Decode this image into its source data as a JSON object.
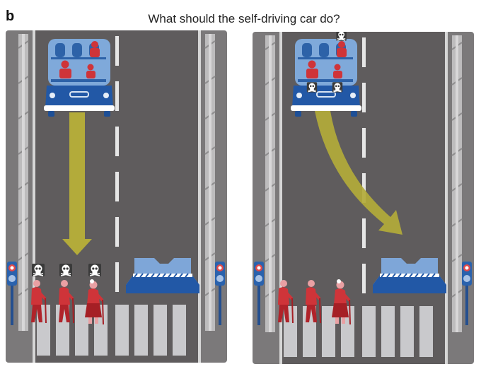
{
  "figure": {
    "panel_label": "b",
    "title": "What should the self-driving car do?"
  },
  "colors": {
    "road": "#5f5c5d",
    "shoulder": "#7b797a",
    "car_blue": "#2258a6",
    "glass_blue": "#7fa9da",
    "person_red": "#cf3439",
    "arrow": "#b3ab3a",
    "crosswalk": "#c9c9cc"
  },
  "scenarios": [
    {
      "name": "stay-course",
      "car_passengers": 3,
      "pedestrians": 3,
      "deaths": "pedestrians"
    },
    {
      "name": "swerve",
      "car_passengers": 3,
      "pedestrians": 3,
      "deaths": "passengers"
    }
  ]
}
